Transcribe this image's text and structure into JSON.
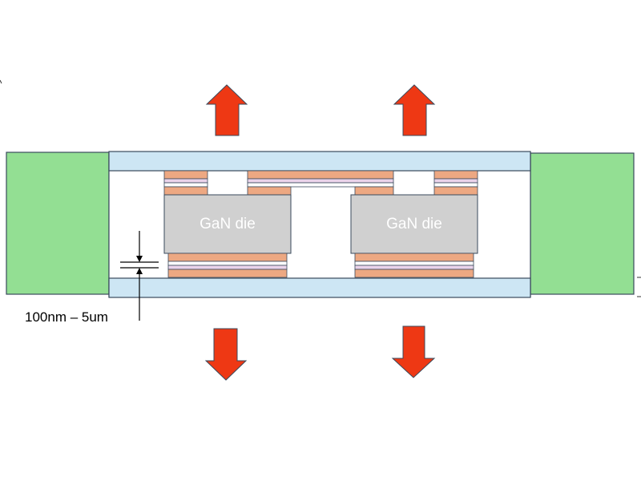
{
  "dies": [
    {
      "label": "GaN die"
    },
    {
      "label": "GaN die"
    }
  ],
  "dimension": {
    "label": "100nm – 5um"
  },
  "colors": {
    "substrate": "#cde6f4",
    "heatsink": "#93df93",
    "die": "#d0d0d0",
    "copper": "#eda882",
    "bond_layer": "#ead3ea",
    "arrow": "#ee3814",
    "outline": "#3a4a5c"
  }
}
